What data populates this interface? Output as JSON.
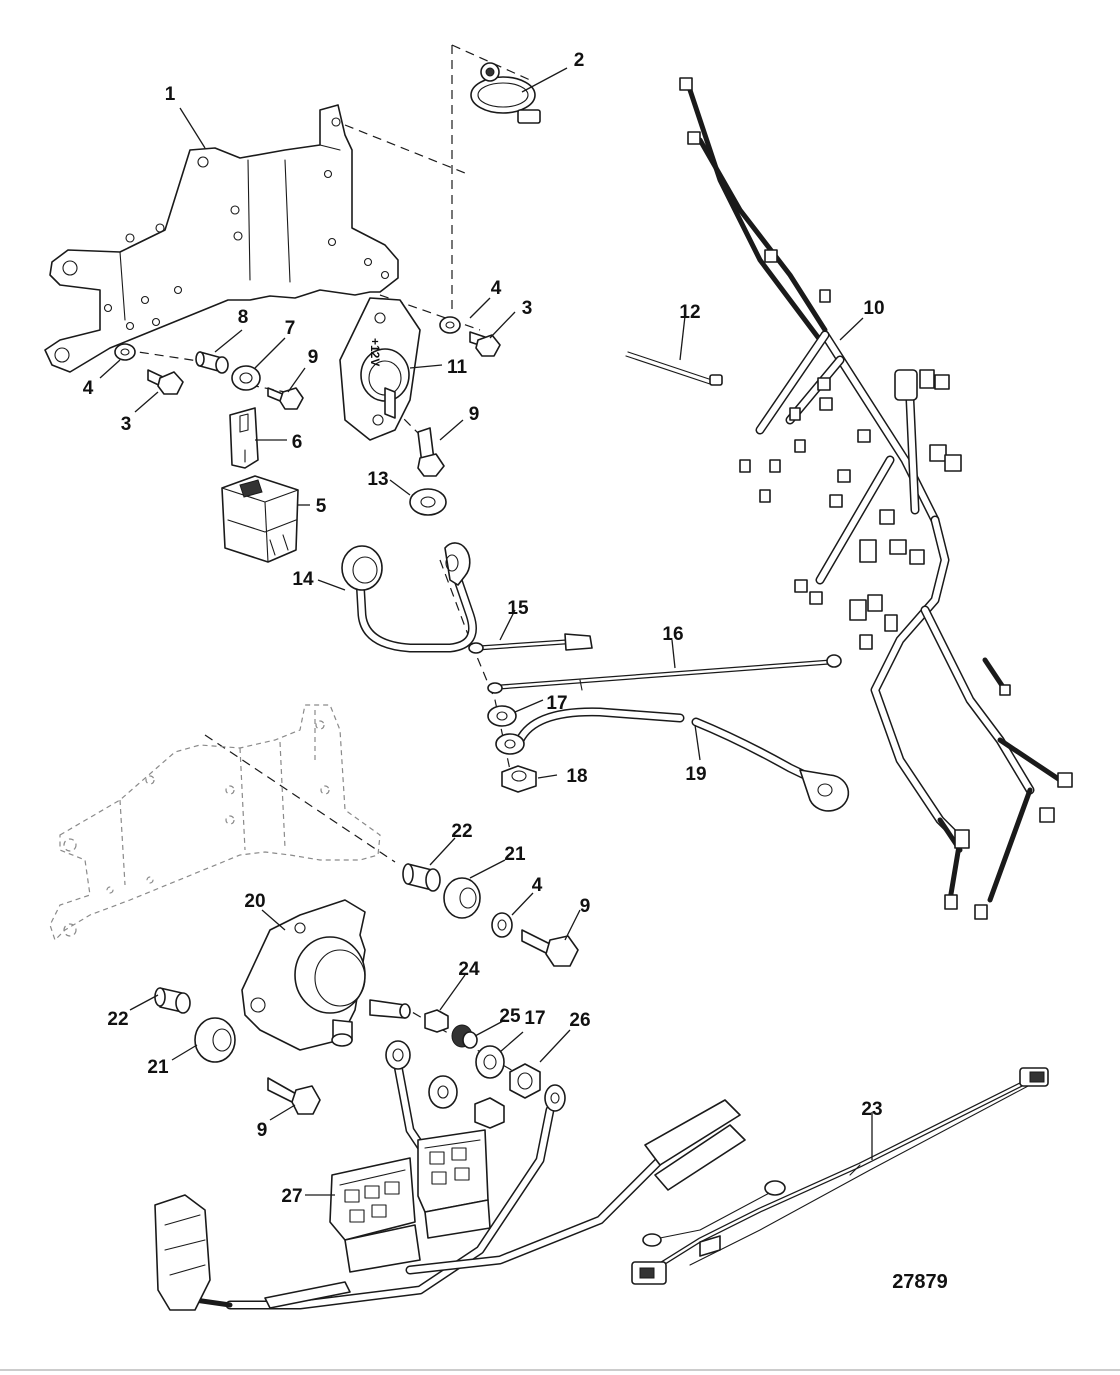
{
  "callouts": {
    "c1": "1",
    "c2": "2",
    "c3a": "3",
    "c3b": "3",
    "c4a": "4",
    "c4b": "4",
    "c4c": "4",
    "c5": "5",
    "c6": "6",
    "c7": "7",
    "c8": "8",
    "c9a": "9",
    "c9b": "9",
    "c9c": "9",
    "c9d": "9",
    "c10": "10",
    "c11": "11",
    "c12": "12",
    "c13": "13",
    "c14": "14",
    "c15": "15",
    "c16": "16",
    "c17a": "17",
    "c17b": "17",
    "c18": "18",
    "c19": "19",
    "c20": "20",
    "c21a": "21",
    "c21b": "21",
    "c22a": "22",
    "c22b": "22",
    "c23": "23",
    "c24": "24",
    "c25": "25",
    "c26": "26",
    "c27": "27"
  },
  "part_markings": {
    "solenoid_voltage": "+12V"
  },
  "figure_number": "27879"
}
